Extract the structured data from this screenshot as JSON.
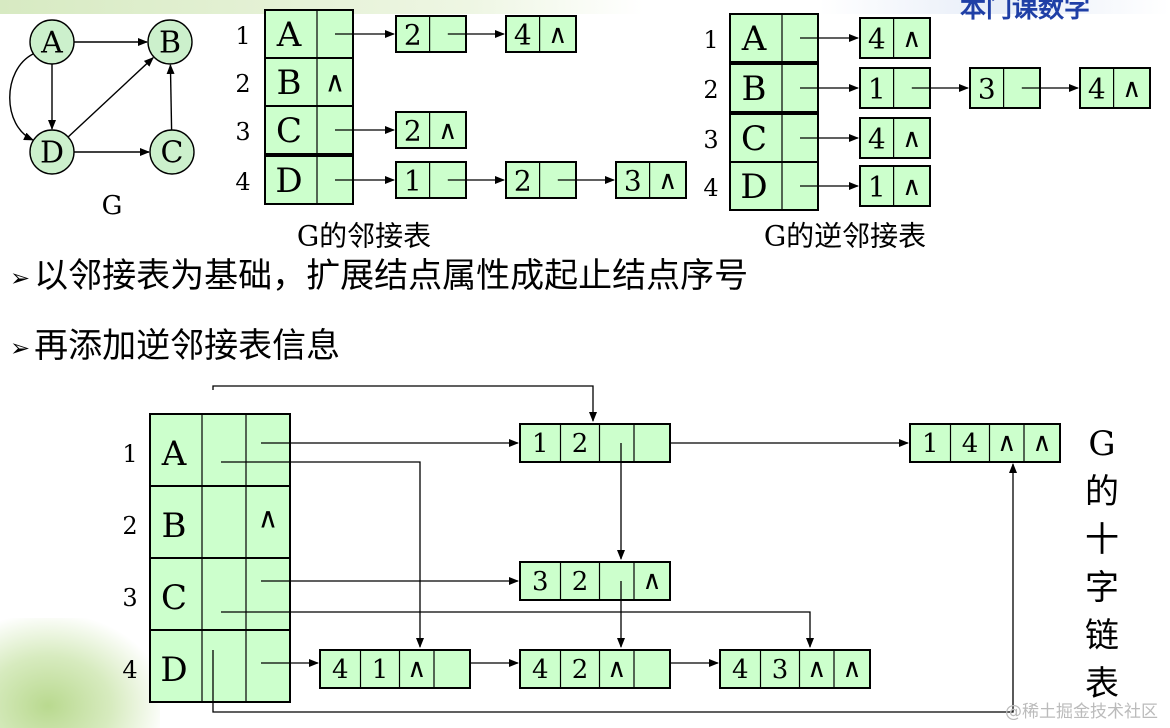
{
  "graph": {
    "caption": "G",
    "nodes": [
      "A",
      "B",
      "C",
      "D"
    ]
  },
  "adjacency_list": {
    "caption": "G的邻接表",
    "rows": [
      {
        "index": "1",
        "vertex": "A",
        "arcs": [
          "2",
          "4"
        ]
      },
      {
        "index": "2",
        "vertex": "B",
        "arcs": []
      },
      {
        "index": "3",
        "vertex": "C",
        "arcs": [
          "2"
        ]
      },
      {
        "index": "4",
        "vertex": "D",
        "arcs": [
          "1",
          "2",
          "3"
        ]
      }
    ]
  },
  "inverse_adjacency_list": {
    "caption": "G的逆邻接表",
    "rows": [
      {
        "index": "1",
        "vertex": "A",
        "arcs": [
          "4"
        ]
      },
      {
        "index": "2",
        "vertex": "B",
        "arcs": [
          "1",
          "3",
          "4"
        ]
      },
      {
        "index": "3",
        "vertex": "C",
        "arcs": [
          "4"
        ]
      },
      {
        "index": "4",
        "vertex": "D",
        "arcs": [
          "1"
        ]
      }
    ]
  },
  "null_symbol": "∧",
  "bullets": [
    "以邻接表为基础，扩展结点属性成起止结点序号",
    "再添加逆邻接表信息"
  ],
  "orthogonal_list": {
    "rows": [
      {
        "index": "1",
        "vertex": "A"
      },
      {
        "index": "2",
        "vertex": "B"
      },
      {
        "index": "3",
        "vertex": "C"
      },
      {
        "index": "4",
        "vertex": "D"
      }
    ],
    "arcs": [
      {
        "tail": "1",
        "head": "2"
      },
      {
        "tail": "1",
        "head": "4"
      },
      {
        "tail": "3",
        "head": "2"
      },
      {
        "tail": "4",
        "head": "1"
      },
      {
        "tail": "4",
        "head": "2"
      },
      {
        "tail": "4",
        "head": "3"
      }
    ],
    "caption_chars": [
      "G",
      "的",
      "十",
      "字",
      "链",
      "表"
    ]
  },
  "header_fragment": "本门课数字",
  "watermark": "@稀土掘金技术社区",
  "colors": {
    "node_fill": "#ccf0cc",
    "cell_fill": "#ccffcc",
    "stroke": "#000000",
    "header_text": "#1f3fa6"
  }
}
